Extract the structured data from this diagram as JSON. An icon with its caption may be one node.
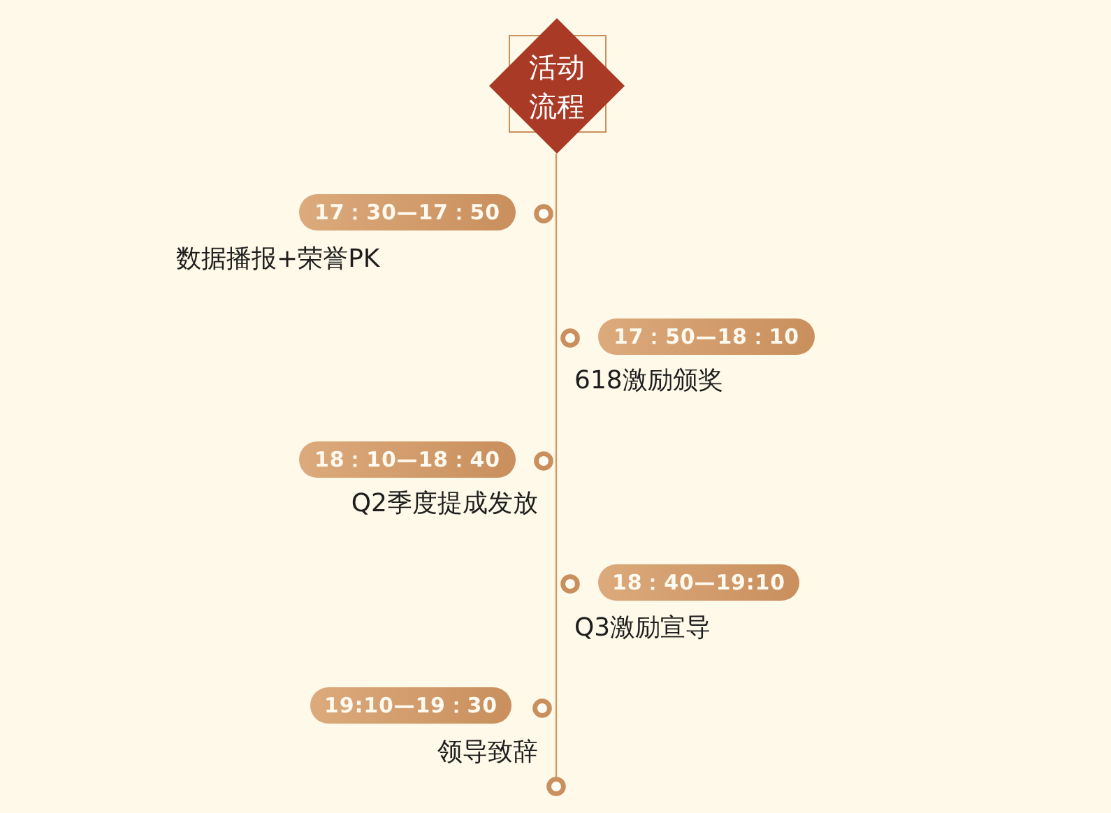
{
  "diagram": {
    "nodes": [
      {
        "text": [
          "活动流程"
        ]
      },
      {
        "text": [
          "17：30—17：50"
        ],
        "beside": [
          "数据播报+荣誉PK"
        ]
      },
      {
        "text": [
          "17：50—18：10"
        ],
        "beside": [
          "618激励颁奖"
        ]
      },
      {
        "text": [
          "18：10—18：40"
        ],
        "beside": [
          "Q2季度提成发放"
        ]
      },
      {
        "text": [
          "18：40—19:10"
        ],
        "beside": [
          "Q3激励宣导"
        ]
      },
      {
        "text": [
          "19:10—19：30"
        ],
        "beside": [
          "领导致辞"
        ]
      }
    ]
  }
}
